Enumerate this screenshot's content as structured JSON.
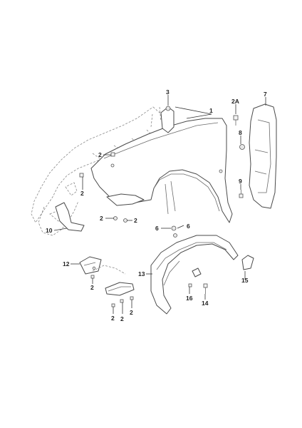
{
  "diagram": {
    "callouts": [
      {
        "id": "c1",
        "text": "1"
      },
      {
        "id": "c2a",
        "text": "2A"
      },
      {
        "id": "c3",
        "text": "3"
      },
      {
        "id": "c7",
        "text": "7"
      },
      {
        "id": "c8",
        "text": "8"
      },
      {
        "id": "c9",
        "text": "9"
      },
      {
        "id": "c2_top",
        "text": "2"
      },
      {
        "id": "c2_left",
        "text": "2"
      },
      {
        "id": "c2_mid_a",
        "text": "2"
      },
      {
        "id": "c2_mid_b",
        "text": "2"
      },
      {
        "id": "c10",
        "text": "10"
      },
      {
        "id": "c6_a",
        "text": "6"
      },
      {
        "id": "c6_b",
        "text": "6"
      },
      {
        "id": "c12",
        "text": "12"
      },
      {
        "id": "c2_brk",
        "text": "2"
      },
      {
        "id": "c13",
        "text": "13"
      },
      {
        "id": "c15",
        "text": "15"
      },
      {
        "id": "c16",
        "text": "16"
      },
      {
        "id": "c14",
        "text": "14"
      },
      {
        "id": "c2_bot_a",
        "text": "2"
      },
      {
        "id": "c2_bot_b",
        "text": "2"
      },
      {
        "id": "c2_bot_c",
        "text": "2"
      }
    ]
  }
}
